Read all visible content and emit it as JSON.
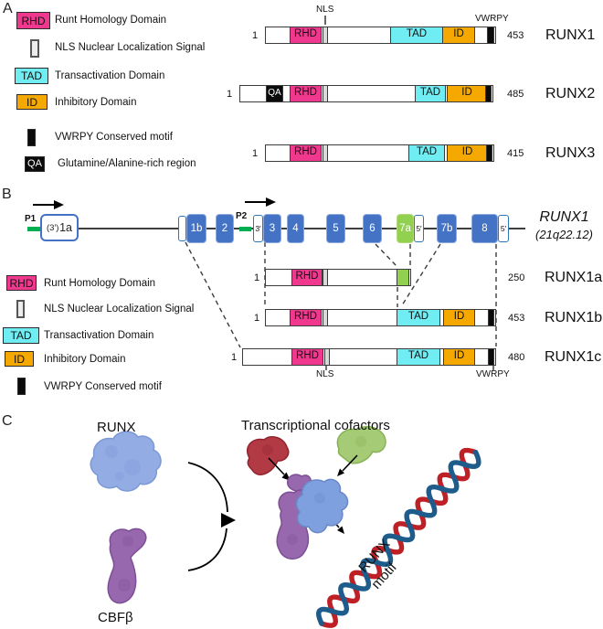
{
  "panels": {
    "a": "A",
    "b": "B",
    "c": "C"
  },
  "labels": {
    "rhd": "RHD",
    "nls": "NLS",
    "tad": "TAD",
    "id": "ID",
    "vwrpy": "VWRPY",
    "qa": "QA",
    "p1": "P1",
    "p2": "P2"
  },
  "legend_a": [
    {
      "label": "Runt Homology Domain"
    },
    {
      "label": "NLS Nuclear Localization Signal"
    },
    {
      "label": "Transactivation Domain"
    },
    {
      "label": "Inhibitory Domain"
    },
    {
      "label": "VWRPY Conserved motif"
    },
    {
      "label": "Glutamine/Alanine-rich region"
    }
  ],
  "legend_b": [
    {
      "label": "Runt Homology Domain"
    },
    {
      "label": "NLS Nuclear Localization Signal"
    },
    {
      "label": "Transactivation Domain"
    },
    {
      "label": "Inhibitory Domain"
    },
    {
      "label": "VWRPY Conserved motif"
    }
  ],
  "panel_a_proteins": [
    {
      "name": "RUNX1",
      "start": "1",
      "end": "453"
    },
    {
      "name": "RUNX2",
      "start": "1",
      "end": "485"
    },
    {
      "name": "RUNX3",
      "start": "1",
      "end": "415"
    }
  ],
  "callouts": {
    "nls_top": "NLS",
    "vwrpy_top": "VWRPY",
    "nls_bottom": "NLS",
    "vwrpy_bottom": "VWRPY"
  },
  "gene": {
    "name": "RUNX1",
    "locus": "(21q22.12)",
    "utr_3_paren": "(3′)",
    "exon_1a": "1a",
    "exon_1b": "1b",
    "exon_2": "2",
    "utr_3": "3′",
    "exon_3": "3",
    "exon_4": "4",
    "exon_5": "5",
    "exon_6": "6",
    "exon_7a": "7a",
    "utr_5a": "5′",
    "exon_7b": "7b",
    "exon_8": "8",
    "utr_5b": "5′"
  },
  "isoforms": [
    {
      "name": "RUNX1a",
      "start": "1",
      "end": "250"
    },
    {
      "name": "RUNX1b",
      "start": "1",
      "end": "453"
    },
    {
      "name": "RUNX1c",
      "start": "1",
      "end": "480"
    }
  ],
  "panel_c": {
    "runx_label": "RUNX",
    "cbfb_label": "CBFβ",
    "cofactors_label": "Transcriptional cofactors",
    "dna_label_1": "RUNX",
    "dna_label_2": "motif"
  },
  "colors": {
    "rhd_pink": "#F0388F",
    "tad_cyan": "#6FEDF3",
    "id_orange": "#F5A800",
    "nls_gray": "#D9D9D9",
    "exon_blue": "#4472C4",
    "exon_green": "#92D050",
    "promoter_green": "#00B050",
    "dna_red": "#BE2026",
    "dna_blue": "#1E5C8C",
    "runx_blob_blue": "#93ACE4",
    "cbfb_purple": "#9868AE",
    "cofactor_red": "#B13A45",
    "cofactor_green": "#A5CB77"
  }
}
